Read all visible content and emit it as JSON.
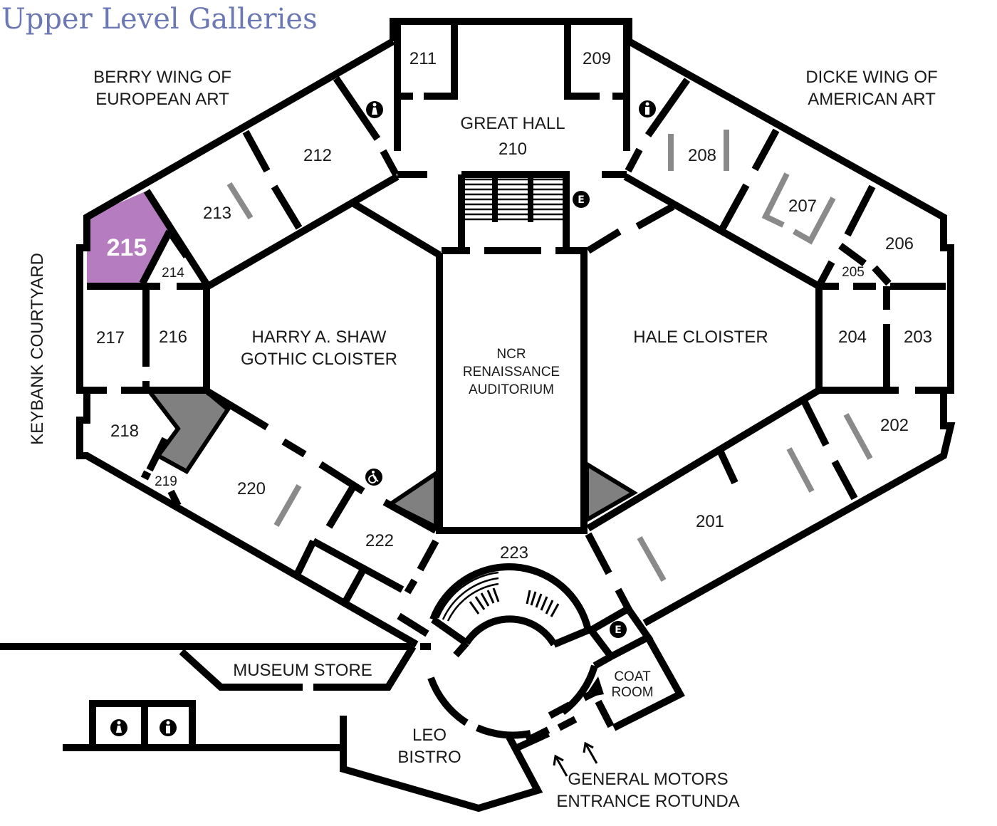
{
  "title": "Upper Level Galleries",
  "highlight_color": "#b57cbf",
  "title_color": "#6b78b4",
  "highlighted_room": "215",
  "wings": {
    "berry": [
      "BERRY WING OF",
      "EUROPEAN ART"
    ],
    "dicke": [
      "DICKE WING OF",
      "AMERICAN ART"
    ],
    "keybank": "KEYBANK COURTYARD"
  },
  "rooms": {
    "r201": "201",
    "r202": "202",
    "r203": "203",
    "r204": "204",
    "r205": "205",
    "r206": "206",
    "r207": "207",
    "r208": "208",
    "r209": "209",
    "great_hall": "GREAT HALL",
    "r210": "210",
    "r211": "211",
    "r212": "212",
    "r213": "213",
    "r214": "214",
    "r215": "215",
    "r216": "216",
    "r217": "217",
    "r218": "218",
    "r219": "219",
    "r220": "220",
    "r222": "222",
    "r223": "223"
  },
  "spaces": {
    "shaw": [
      "HARRY A. SHAW",
      "GOTHIC CLOISTER"
    ],
    "hale": "HALE CLOISTER",
    "ncr": [
      "NCR",
      "RENAISSANCE",
      "AUDITORIUM"
    ],
    "museum_store": "MUSEUM STORE",
    "leo": [
      "LEO",
      "BISTRO"
    ],
    "coat": [
      "COAT",
      "ROOM"
    ],
    "entrance": [
      "GENERAL MOTORS",
      "ENTRANCE ROTUNDA"
    ]
  },
  "icons": {
    "elevator": "E",
    "restroom_women": "women-restroom-icon",
    "restroom_men": "men-restroom-icon",
    "accessible": "wheelchair-icon"
  }
}
